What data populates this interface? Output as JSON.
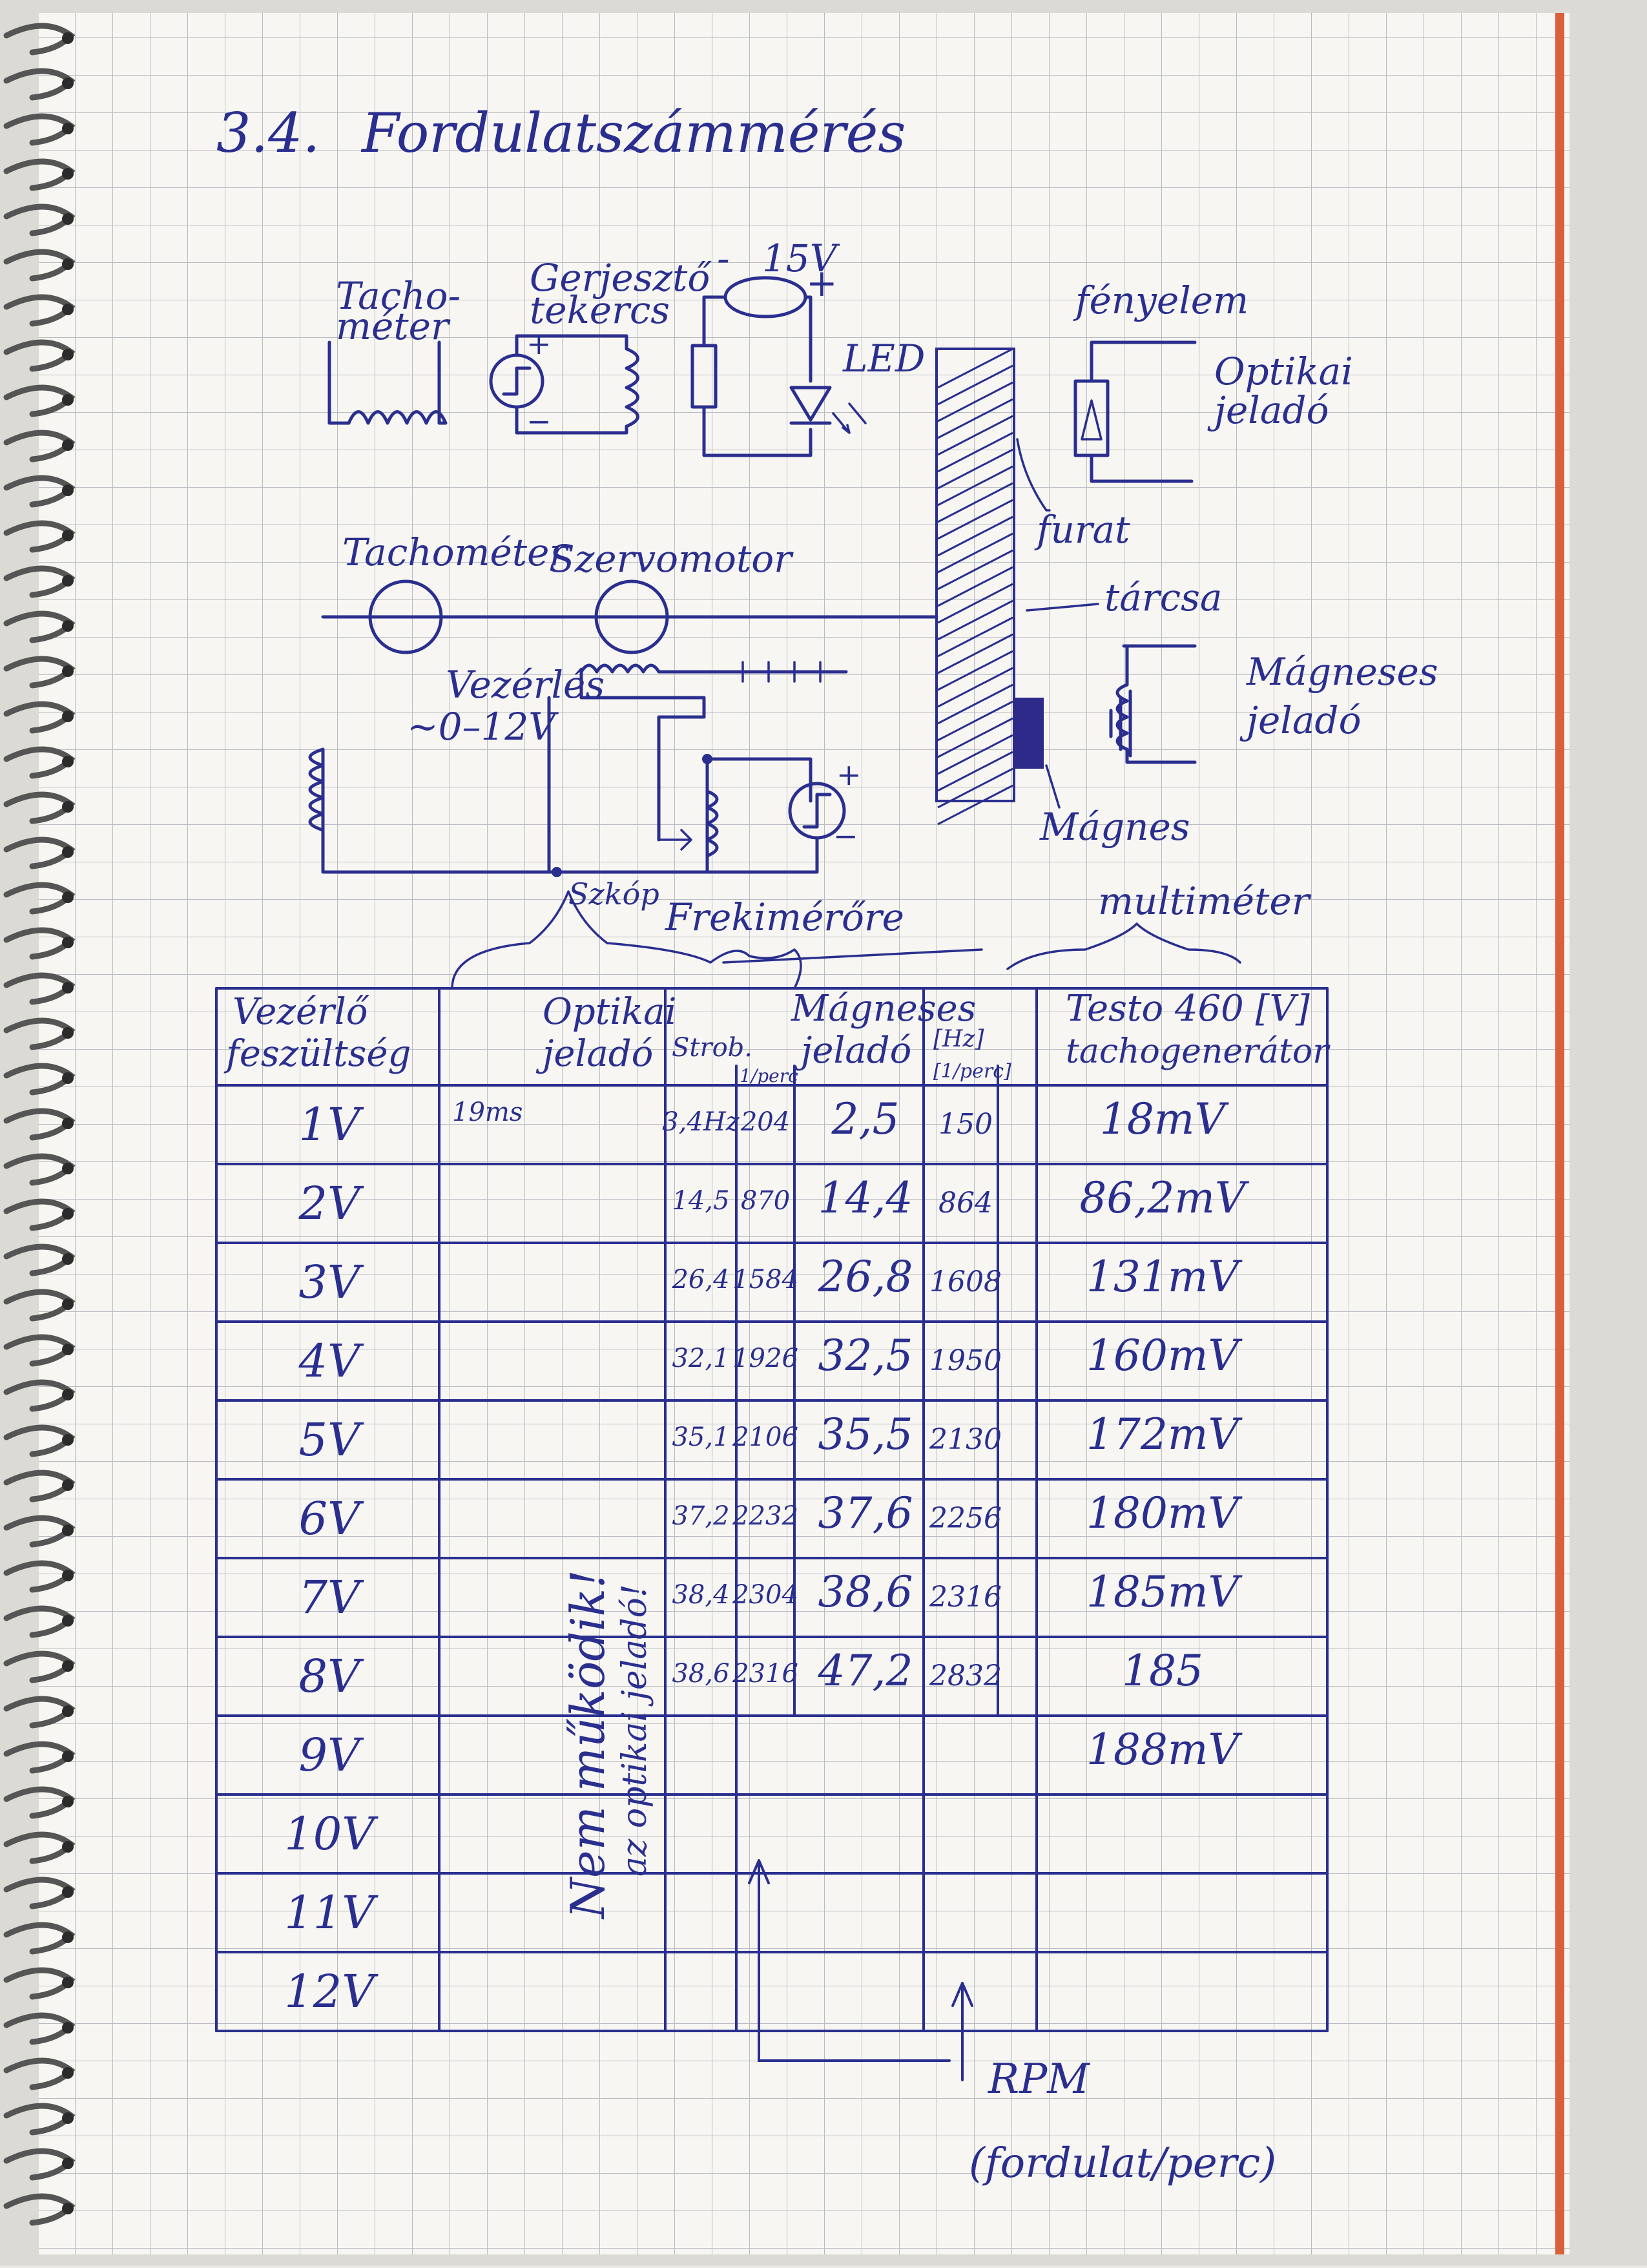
{
  "heading": {
    "number": "3.4.",
    "title": "Fordulatszámmérés"
  },
  "diagram": {
    "tachometer_top": "Tacho-\nméter",
    "excitation_coil": "Gerjesztő\ntekercs",
    "led_voltage": "15V",
    "led_minus": "-",
    "led_plus": "+",
    "led_label": "LED",
    "photocell": "fényelem",
    "optical_sensor": "Optikai\njeladó",
    "slot": "furat",
    "disc": "tárcsa",
    "magnetic_sensor": "Mágneses\njeladó",
    "magnet": "Mágnes",
    "tachometer_shaft": "Tachométer",
    "servomotor": "Szervomotor",
    "control_label": "Vezérlés\n~0–12V",
    "scope": "Szkóp",
    "frequency_meter": "Frekimérőre",
    "multimeter": "multiméter"
  },
  "table": {
    "headers": {
      "control_voltage": "Vezérlő\nfeszültség",
      "optical": "Optikai\njeladó",
      "strobe": "Strob.",
      "rpm_sub": "1/perc",
      "magnetic": "Mágneses\njeladó",
      "magnetic_unit": "[Hz]",
      "magnetic_rpm": "[1/perc]",
      "testo": "Testo 460 [V]\ntachogenerátor"
    },
    "period_note": "19ms",
    "rows": [
      {
        "v": "1V",
        "strobe": "3,4Hz",
        "strobe_rpm": "204",
        "mag_hz": "2,5",
        "mag_rpm": "150",
        "testo": "18mV"
      },
      {
        "v": "2V",
        "strobe": "14,5",
        "strobe_rpm": "870",
        "mag_hz": "14,4",
        "mag_rpm": "864",
        "testo": "86,2mV"
      },
      {
        "v": "3V",
        "strobe": "26,4",
        "strobe_rpm": "1584",
        "mag_hz": "26,8",
        "mag_rpm": "1608",
        "testo": "131mV"
      },
      {
        "v": "4V",
        "strobe": "32,1",
        "strobe_rpm": "1926",
        "mag_hz": "32,5",
        "mag_rpm": "1950",
        "testo": "160mV"
      },
      {
        "v": "5V",
        "strobe": "35,1",
        "strobe_rpm": "2106",
        "mag_hz": "35,5",
        "mag_rpm": "2130",
        "testo": "172mV"
      },
      {
        "v": "6V",
        "strobe": "37,2",
        "strobe_rpm": "2232",
        "mag_hz": "37,6",
        "mag_rpm": "2256",
        "testo": "180mV"
      },
      {
        "v": "7V",
        "strobe": "38,4",
        "strobe_rpm": "2304",
        "mag_hz": "38,6",
        "mag_rpm": "2316",
        "testo": "185mV"
      },
      {
        "v": "8V",
        "strobe": "38,6",
        "strobe_rpm": "2316",
        "mag_hz": "47,2",
        "mag_rpm": "2832",
        "testo": "185"
      },
      {
        "v": "9V",
        "strobe": "",
        "strobe_rpm": "",
        "mag_hz": "",
        "mag_rpm": "",
        "testo": "188mV"
      },
      {
        "v": "10V",
        "strobe": "",
        "strobe_rpm": "",
        "mag_hz": "",
        "mag_rpm": "",
        "testo": ""
      },
      {
        "v": "11V",
        "strobe": "",
        "strobe_rpm": "",
        "mag_hz": "",
        "mag_rpm": "",
        "testo": ""
      },
      {
        "v": "12V",
        "strobe": "",
        "strobe_rpm": "",
        "mag_hz": "",
        "mag_rpm": "",
        "testo": ""
      }
    ],
    "side_note_1": "Nem működik!",
    "side_note_2": "az optikai jeladó!",
    "rpm_label": "RPM",
    "rpm_explain": "(fordulat/perc)"
  }
}
